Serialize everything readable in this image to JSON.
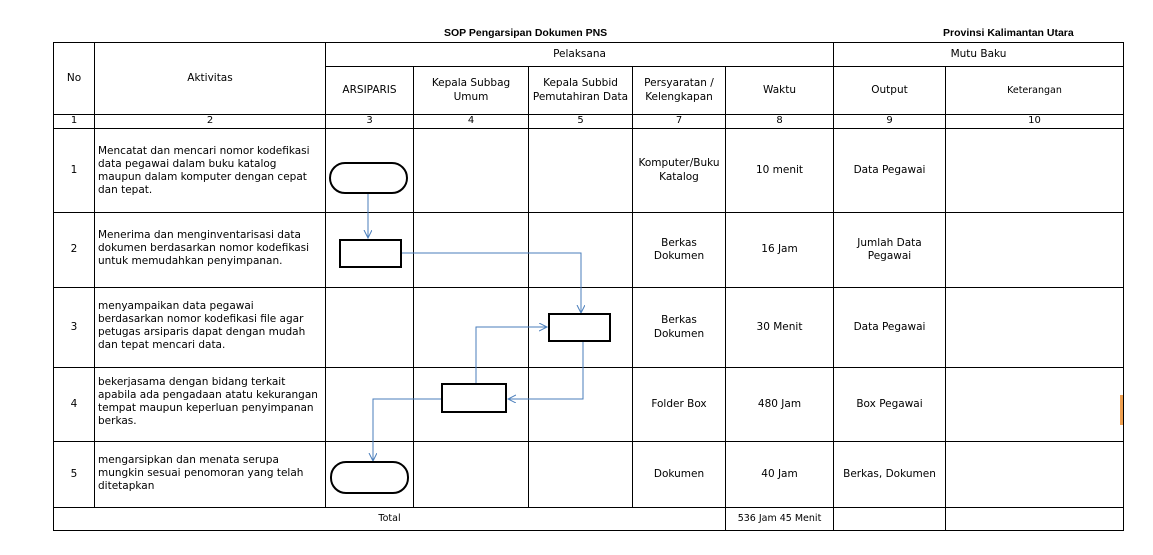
{
  "document": {
    "title": "SOP Pengarsipan Dokumen PNS",
    "province": "Provinsi Kalimantan Utara"
  },
  "headers": {
    "no": "No",
    "aktivitas": "Aktivitas",
    "pelaksana": "Pelaksana",
    "mutu_baku": "Mutu Baku",
    "arsiparis": "ARSIPARIS",
    "kasubbag": "Kepala Subbag Umum",
    "kasubbid": "Kepala Subbid Pemutahiran Data",
    "persyaratan": "Persyaratan / Kelengkapan",
    "waktu": "Waktu",
    "output": "Output",
    "keterangan": "Keterangan"
  },
  "column_numbers": [
    "1",
    "2",
    "3",
    "4",
    "5",
    "7",
    "8",
    "9",
    "10"
  ],
  "rows": [
    {
      "no": "1",
      "aktivitas": "Mencatat dan mencari nomor kodefikasi data pegawai dalam buku katalog maupun dalam komputer dengan cepat dan tepat.",
      "persyaratan": "Komputer/Buku Katalog",
      "waktu": "10 menit",
      "output": "Data Pegawai",
      "keterangan": ""
    },
    {
      "no": "2",
      "aktivitas": "Menerima dan menginventarisasi data dokumen berdasarkan  nomor kodefikasi untuk memudahkan penyimpanan.",
      "persyaratan": "Berkas Dokumen",
      "waktu": "16 Jam",
      "output": "Jumlah Data Pegawai",
      "keterangan": ""
    },
    {
      "no": "3",
      "aktivitas": "menyampaikan data pegawai berdasarkan nomor kodefikasi file agar petugas arsiparis dapat dengan mudah dan tepat mencari data.",
      "persyaratan": "Berkas Dokumen",
      "waktu": "30 Menit",
      "output": "Data Pegawai",
      "keterangan": ""
    },
    {
      "no": "4",
      "aktivitas": "bekerjasama dengan bidang terkait apabila ada pengadaan atatu kekurangan tempat maupun keperluan penyimpanan berkas.",
      "persyaratan": "Folder Box",
      "waktu": "480 Jam",
      "output": "Box Pegawai",
      "keterangan": ""
    },
    {
      "no": "5",
      "aktivitas": "mengarsipkan dan menata serupa mungkin sesuai penomoran yang telah ditetapkan",
      "persyaratan": "Dokumen",
      "waktu": "40 Jam",
      "output": "Berkas, Dokumen",
      "keterangan": ""
    }
  ],
  "total": {
    "label": "Total",
    "waktu": "536 Jam 45 Menit"
  },
  "colors": {
    "flow_line": "#4a7ebb",
    "shape_stroke": "#000000",
    "edge_mark": "#f0a050"
  }
}
